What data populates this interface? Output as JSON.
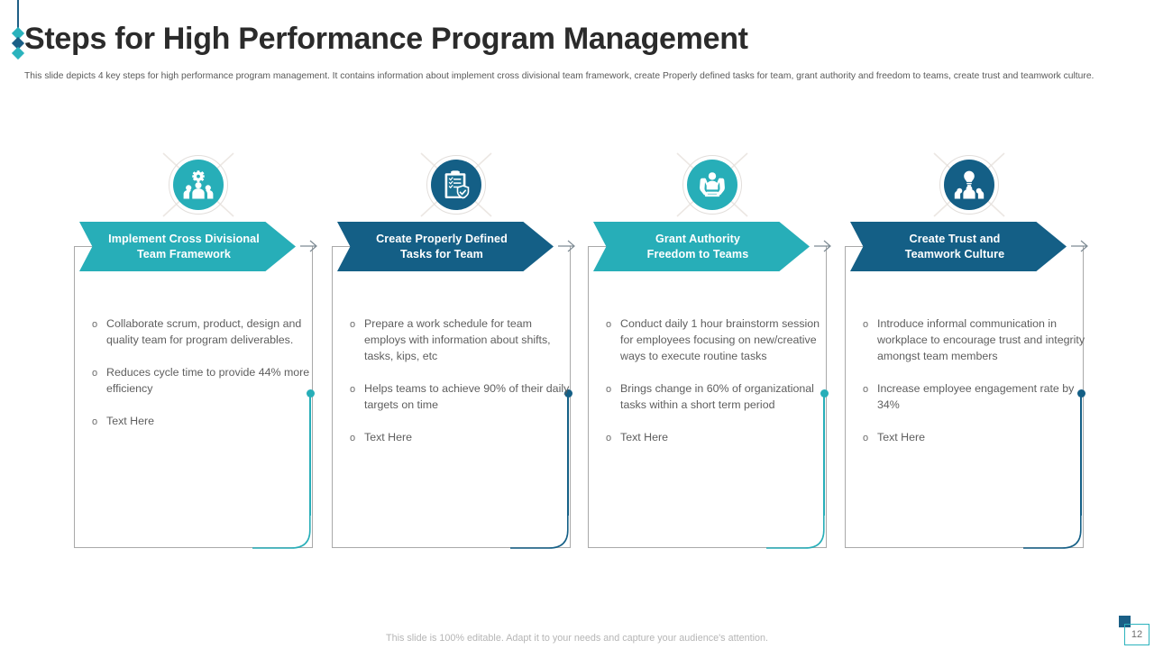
{
  "slide": {
    "title": "Steps for High Performance Program Management",
    "subtitle": "This slide depicts 4 key steps for high performance program management. It contains information about implement cross divisional team framework, create  Properly defined tasks for team, grant authority and freedom to teams, create trust and teamwork culture.",
    "footer_note": "This slide is 100% editable. Adapt it to your needs and capture your audience's attention.",
    "page_number": "12"
  },
  "colors": {
    "teal": "#27aeb8",
    "teal_dark": "#1f9fa9",
    "navy": "#145f86",
    "navy_dark": "#0f5477",
    "title": "#2b2b2b",
    "body": "#5e5e5e",
    "bracket": "#a9a9a9",
    "footer": "#b5b5b5"
  },
  "steps": [
    {
      "id": "implement-cross-divisional-team-framework",
      "title": "Implement Cross Divisional\nTeam Framework",
      "icon": "gear-team-icon",
      "color": "#27aeb8",
      "bullets": [
        "Collaborate scrum, product, design and quality team for program deliverables.",
        "Reduces cycle time to provide 44% more efficiency",
        "Text Here"
      ]
    },
    {
      "id": "create-properly-defined-tasks-for-team",
      "title": "Create Properly Defined\nTasks for Team",
      "icon": "clipboard-shield-check-icon",
      "color": "#145f86",
      "bullets": [
        "Prepare a work schedule for team employs with information about shifts, tasks, kips, etc",
        "Helps teams to achieve 90% of their daily targets on time",
        "Text Here"
      ]
    },
    {
      "id": "grant-authority-freedom-to-teams",
      "title": "Grant Authority\nFreedom to Teams",
      "icon": "person-supporting-hands-icon",
      "color": "#27aeb8",
      "bullets": [
        "Conduct daily 1 hour brainstorm session for employees focusing on new/creative ways to execute routine tasks",
        "Brings change in 60% of organizational tasks within a short term period",
        "Text Here"
      ]
    },
    {
      "id": "create-trust-and-teamwork-culture",
      "title": "Create Trust and\nTeamwork Culture",
      "icon": "lightbulb-team-icon",
      "color": "#145f86",
      "bullets": [
        "Introduce informal communication in workplace to encourage trust and integrity amongst team members",
        "Increase employee engagement rate by 34%",
        "Text Here"
      ]
    }
  ],
  "bullet_marker": "o"
}
